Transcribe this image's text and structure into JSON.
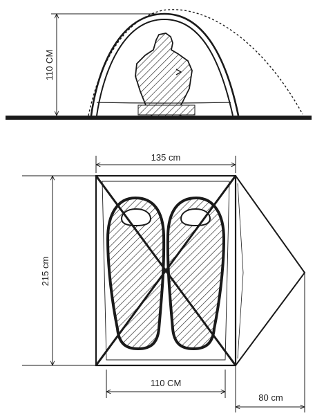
{
  "side_view": {
    "height_label": "110 CM"
  },
  "floor_plan": {
    "width_label": "135 cm",
    "length_label": "215 cm",
    "inner_width_label": "110 CM",
    "vestibule_label": "80 cm"
  },
  "colors": {
    "line": "#1a1a1a",
    "hatch": "#333333",
    "background": "#ffffff"
  }
}
